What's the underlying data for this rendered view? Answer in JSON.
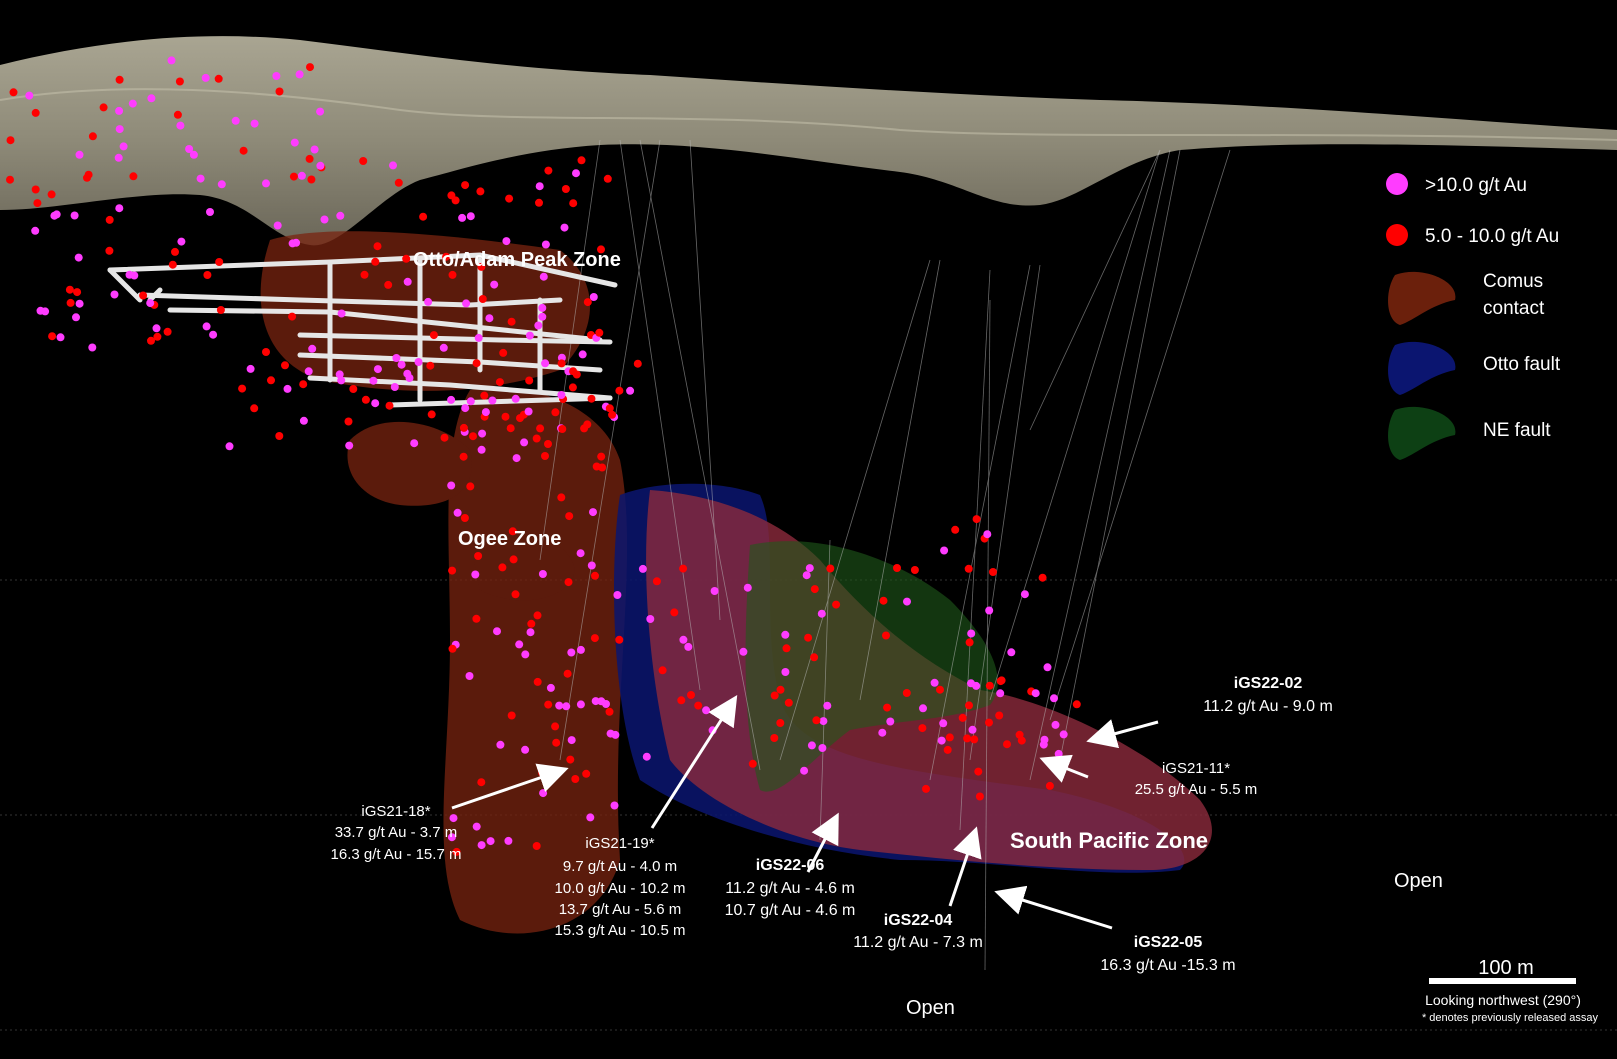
{
  "legend": {
    "items": [
      {
        "label": ">10.0 g/t Au",
        "color": "#ff3cff"
      },
      {
        "label": "5.0 - 10.0 g/t Au",
        "color": "#ff0000"
      },
      {
        "label": "Comus contact",
        "line1": "Comus",
        "line2": "contact",
        "color": "#6b200c"
      },
      {
        "label": "Otto fault",
        "color": "#0b1570"
      },
      {
        "label": "NE fault",
        "color": "#0d4014"
      }
    ]
  },
  "zones": {
    "otto": "Otto/Adam Peak Zone",
    "ogee": "Ogee Zone",
    "south_pacific": "South Pacific Zone"
  },
  "holes": {
    "h1": {
      "name": "iGS21-18*",
      "lines": [
        "33.7 g/t Au - 3.7 m",
        "16.3 g/t Au - 15.7 m"
      ]
    },
    "h2": {
      "name": "iGS21-19*",
      "lines": [
        "9.7 g/t Au - 4.0 m",
        "10.0 g/t Au - 10.2 m",
        "13.7 g/t Au - 5.6 m",
        "15.3 g/t Au - 10.5 m"
      ]
    },
    "h3": {
      "name": "iGS22-06",
      "lines": [
        "11.2 g/t Au - 4.6 m",
        "10.7 g/t Au - 4.6 m"
      ]
    },
    "h4": {
      "name": "iGS22-04",
      "lines": [
        "11.2 g/t Au - 7.3 m"
      ]
    },
    "h5": {
      "name": "iGS22-05",
      "lines": [
        "16.3 g/t Au -15.3 m"
      ]
    },
    "h6": {
      "name": "iGS22-02",
      "lines": [
        "11.2 g/t Au - 9.0 m"
      ]
    },
    "h7": {
      "name": "iGS21-11*",
      "lines": [
        "25.5 g/t Au - 5.5 m"
      ]
    }
  },
  "open_labels": [
    "Open",
    "Open"
  ],
  "scale": {
    "label": "100 m"
  },
  "footer": {
    "view": "Looking northwest (290°)",
    "note": "* denotes previously released assay"
  }
}
